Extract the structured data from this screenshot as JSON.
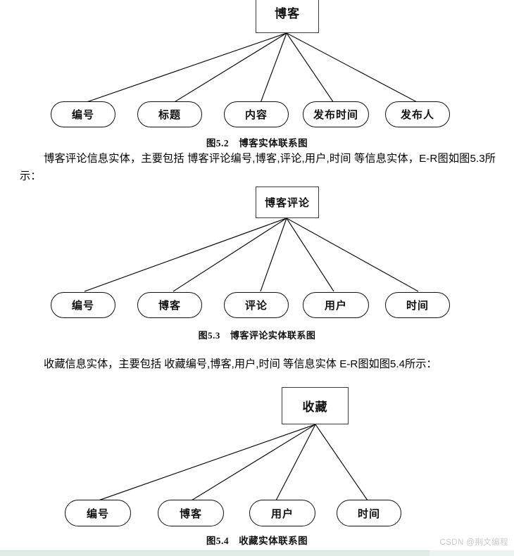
{
  "document": {
    "background_color": "#ffffff",
    "line_color": "#111111",
    "box_border_color": "#3a3a3a"
  },
  "diagrams": [
    {
      "id": "blog-er",
      "entity": "博客",
      "attributes": [
        "编号",
        "标题",
        "内容",
        "发布时间",
        "发布人"
      ],
      "caption_number": "图5.2",
      "caption_text": "博客实体联系图"
    },
    {
      "id": "blog-comment-er",
      "entity": "博客评论",
      "attributes": [
        "编号",
        "博客",
        "评论",
        "用户",
        "时间"
      ],
      "caption_number": "图5.3",
      "caption_text": "博客评论实体联系图"
    },
    {
      "id": "favorite-er",
      "entity": "收藏",
      "attributes": [
        "编号",
        "博客",
        "用户",
        "时间"
      ],
      "caption_number": "图5.4",
      "caption_text": "收藏实体联系图"
    }
  ],
  "paragraphs": {
    "comment_intro": "博客评论信息实体，主要包括 博客评论编号,博客,评论,用户,时间 等信息实体，E-R图如图5.3所示：",
    "favorite_intro": "收藏信息实体，主要包括 收藏编号,博客,用户,时间 等信息实体 E-R图如图5.4所示："
  },
  "watermark": {
    "text": "CSDN @荆文编程"
  }
}
